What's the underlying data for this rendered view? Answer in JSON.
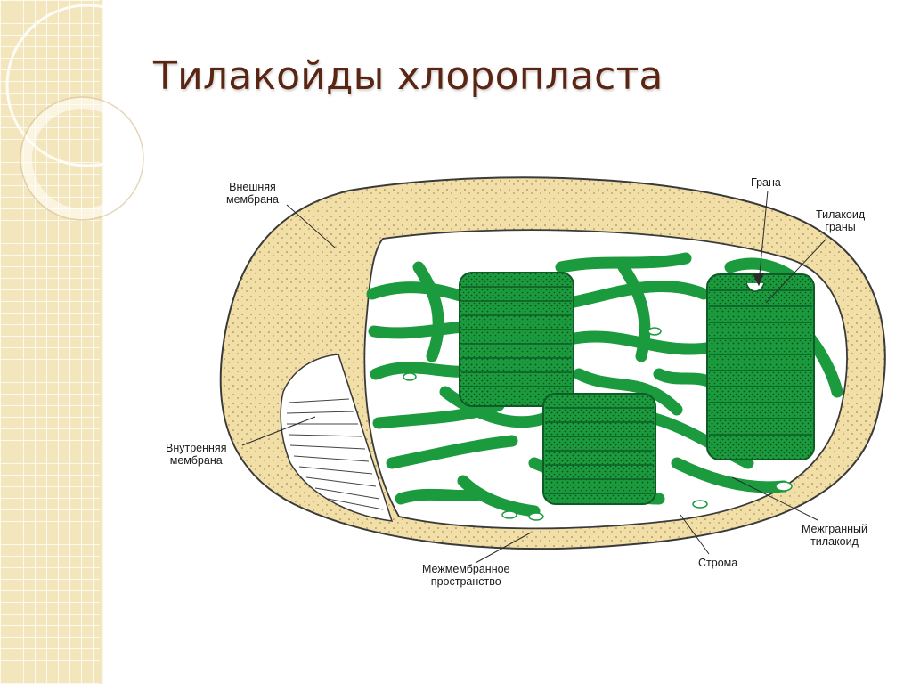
{
  "slide": {
    "title": "Тилакойды хлоропласта"
  },
  "diagram": {
    "labels": {
      "outer_membrane": [
        "Внешняя",
        "мембрана"
      ],
      "inner_membrane": [
        "Внутренняя",
        "мембрана"
      ],
      "granum": [
        "Грана"
      ],
      "granum_thylakoid": [
        "Тилакоид",
        "граны"
      ],
      "intergranal_thylakoid": [
        "Межгранный",
        "тилакоид"
      ],
      "stroma": [
        "Строма"
      ],
      "intermembrane_space": [
        "Межмембранное",
        "пространство"
      ]
    }
  },
  "colors": {
    "title": "#5a2512",
    "envelope": "#f2dfa7",
    "thylakoid": "#1b9a3e",
    "stroma": "#ffffff",
    "side_strip": "#f3e6bd"
  }
}
